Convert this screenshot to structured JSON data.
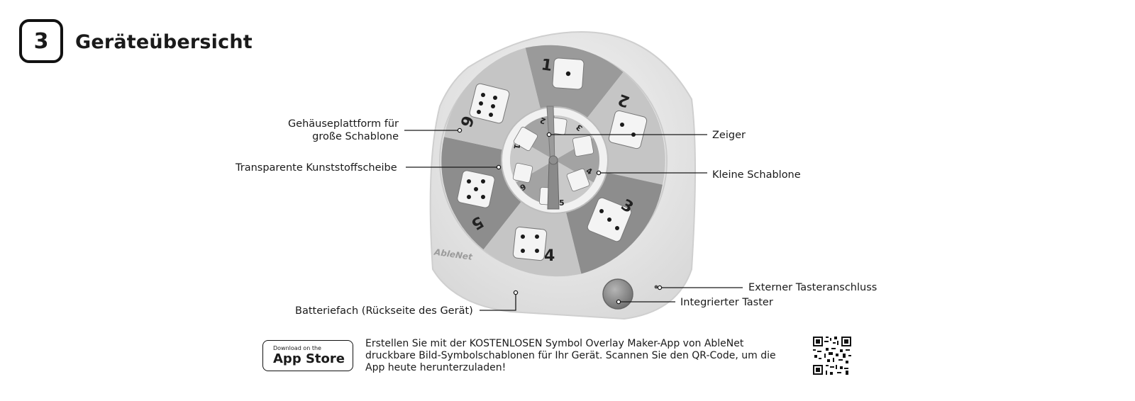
{
  "section": {
    "number": "3",
    "title": "Geräteübersicht"
  },
  "device": {
    "brand": "AbleNet"
  },
  "callouts": {
    "platform_line1": "Gehäuseplattform für",
    "platform_line2": "große Schablone",
    "transparent_disc": "Transparente Kunststoffscheibe",
    "pointer": "Zeiger",
    "small_template": "Kleine Schablone",
    "external_port": "Externer Tasteranschluss",
    "integrated_button": "Integrierter Taster",
    "battery": "Batteriefach (Rückseite des Gerät)"
  },
  "appstore": {
    "small": "Download on the",
    "big": "App Store",
    "icon": "apple-icon"
  },
  "promo": {
    "line1": "Erstellen Sie mit der KOSTENLOSEN Symbol Overlay Maker-App von AbleNet",
    "line2": "druckbare Bild-Symbolschablonen für Ihr Gerät. Scannen Sie den QR-Code, um die",
    "line3": "App heute herunterzuladen!"
  },
  "wheel_numbers": [
    "1",
    "2",
    "3",
    "4",
    "5",
    "6"
  ],
  "colors": {
    "light_segment": "#bfbfbf",
    "dark_segment": "#8f8f8f",
    "device_body": "#ececec"
  }
}
